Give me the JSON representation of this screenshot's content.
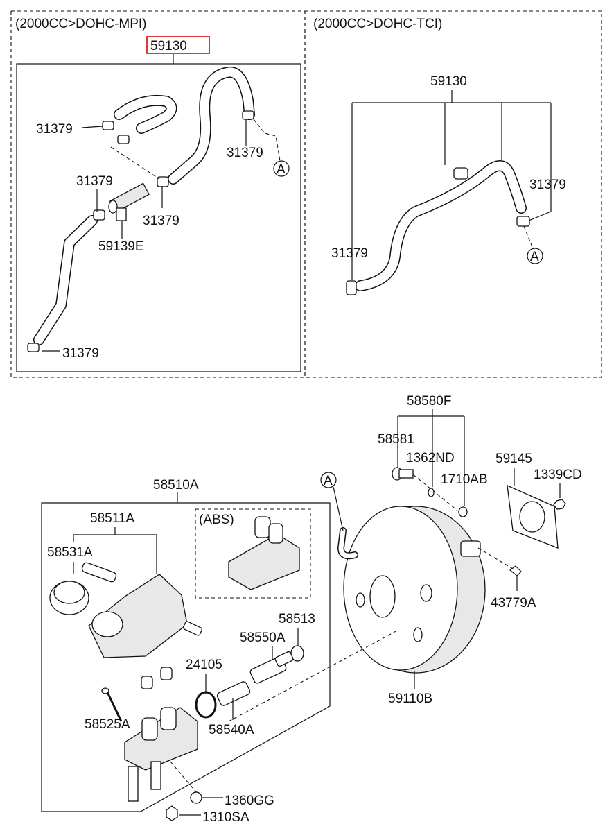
{
  "sections": {
    "mpi_title": "(2000CC>DOHC-MPI)",
    "tci_title": "(2000CC>DOHC-TCI)",
    "abs_label": "(ABS)"
  },
  "highlight": {
    "color": "#e02020",
    "part": "59130"
  },
  "labels": {
    "mpi_59130": "59130",
    "mpi_31379_a": "31379",
    "mpi_31379_b": "31379",
    "mpi_31379_c": "31379",
    "mpi_31379_d": "31379",
    "mpi_31379_e": "31379",
    "mpi_59139e": "59139E",
    "mpi_ref_a": "A",
    "tci_59130": "59130",
    "tci_31379_a": "31379",
    "tci_31379_b": "31379",
    "tci_ref_a": "A",
    "p58580f": "58580F",
    "p58581": "58581",
    "p1362nd": "1362ND",
    "p1710ab": "1710AB",
    "p59145": "59145",
    "p1339cd": "1339CD",
    "p43779a": "43779A",
    "p59110b": "59110B",
    "booster_ref_a": "A",
    "p58510a": "58510A",
    "p58511a": "58511A",
    "p58531a": "58531A",
    "p58513": "58513",
    "p58550a": "58550A",
    "p24105": "24105",
    "p58525a": "58525A",
    "p58540a": "58540A",
    "p1360gg": "1360GG",
    "p1310sa": "1310SA"
  }
}
